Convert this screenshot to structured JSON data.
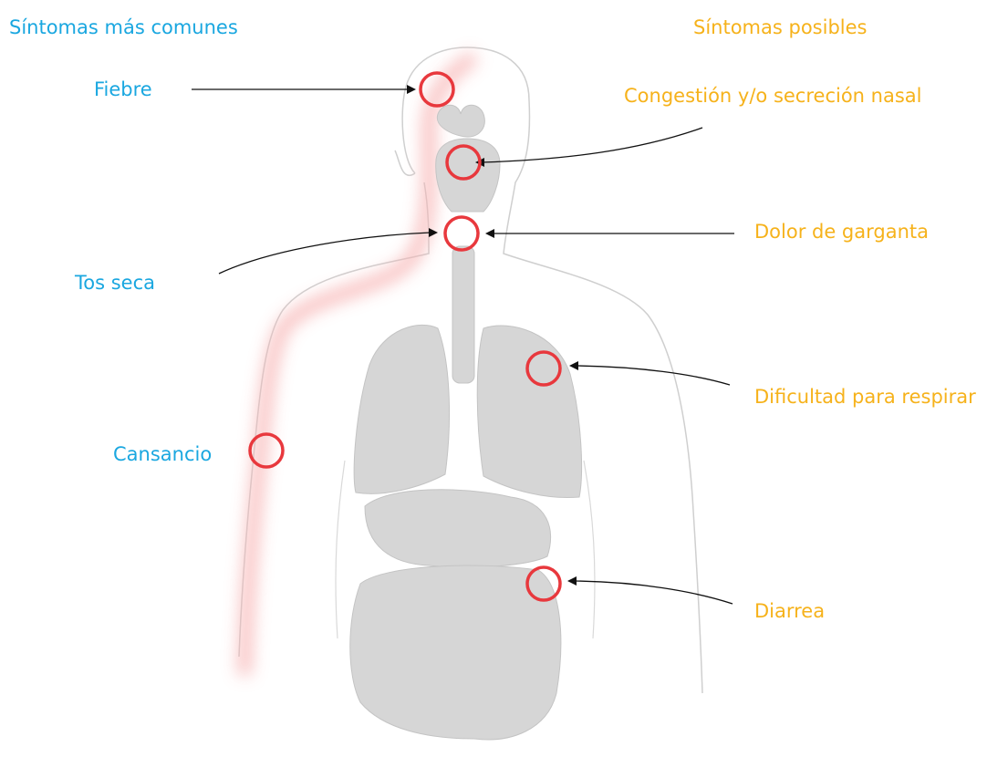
{
  "headers": {
    "common": "Síntomas más comunes",
    "possible": "Síntomas posibles"
  },
  "colors": {
    "common_text": "#1aa7e0",
    "possible_text": "#f6b21b",
    "marker_ring": "#e8383d",
    "organ_fill": "#d6d6d6",
    "body_outline": "#cfcfcf",
    "highlight_glow": "#f7b3b3"
  },
  "symptoms": {
    "common": [
      {
        "id": "fever",
        "label": "Fiebre",
        "target": "head"
      },
      {
        "id": "dry-cough",
        "label": "Tos seca",
        "target": "throat"
      },
      {
        "id": "tiredness",
        "label": "Cansancio",
        "target": "arm"
      }
    ],
    "possible": [
      {
        "id": "nasal",
        "label": "Congestión y/o secreción nasal",
        "target": "nose"
      },
      {
        "id": "sore-throat",
        "label": "Dolor de garganta",
        "target": "throat"
      },
      {
        "id": "breathing",
        "label": "Dificultad para respirar",
        "target": "lungs"
      },
      {
        "id": "diarrhea",
        "label": "Diarrea",
        "target": "intestines"
      }
    ]
  }
}
